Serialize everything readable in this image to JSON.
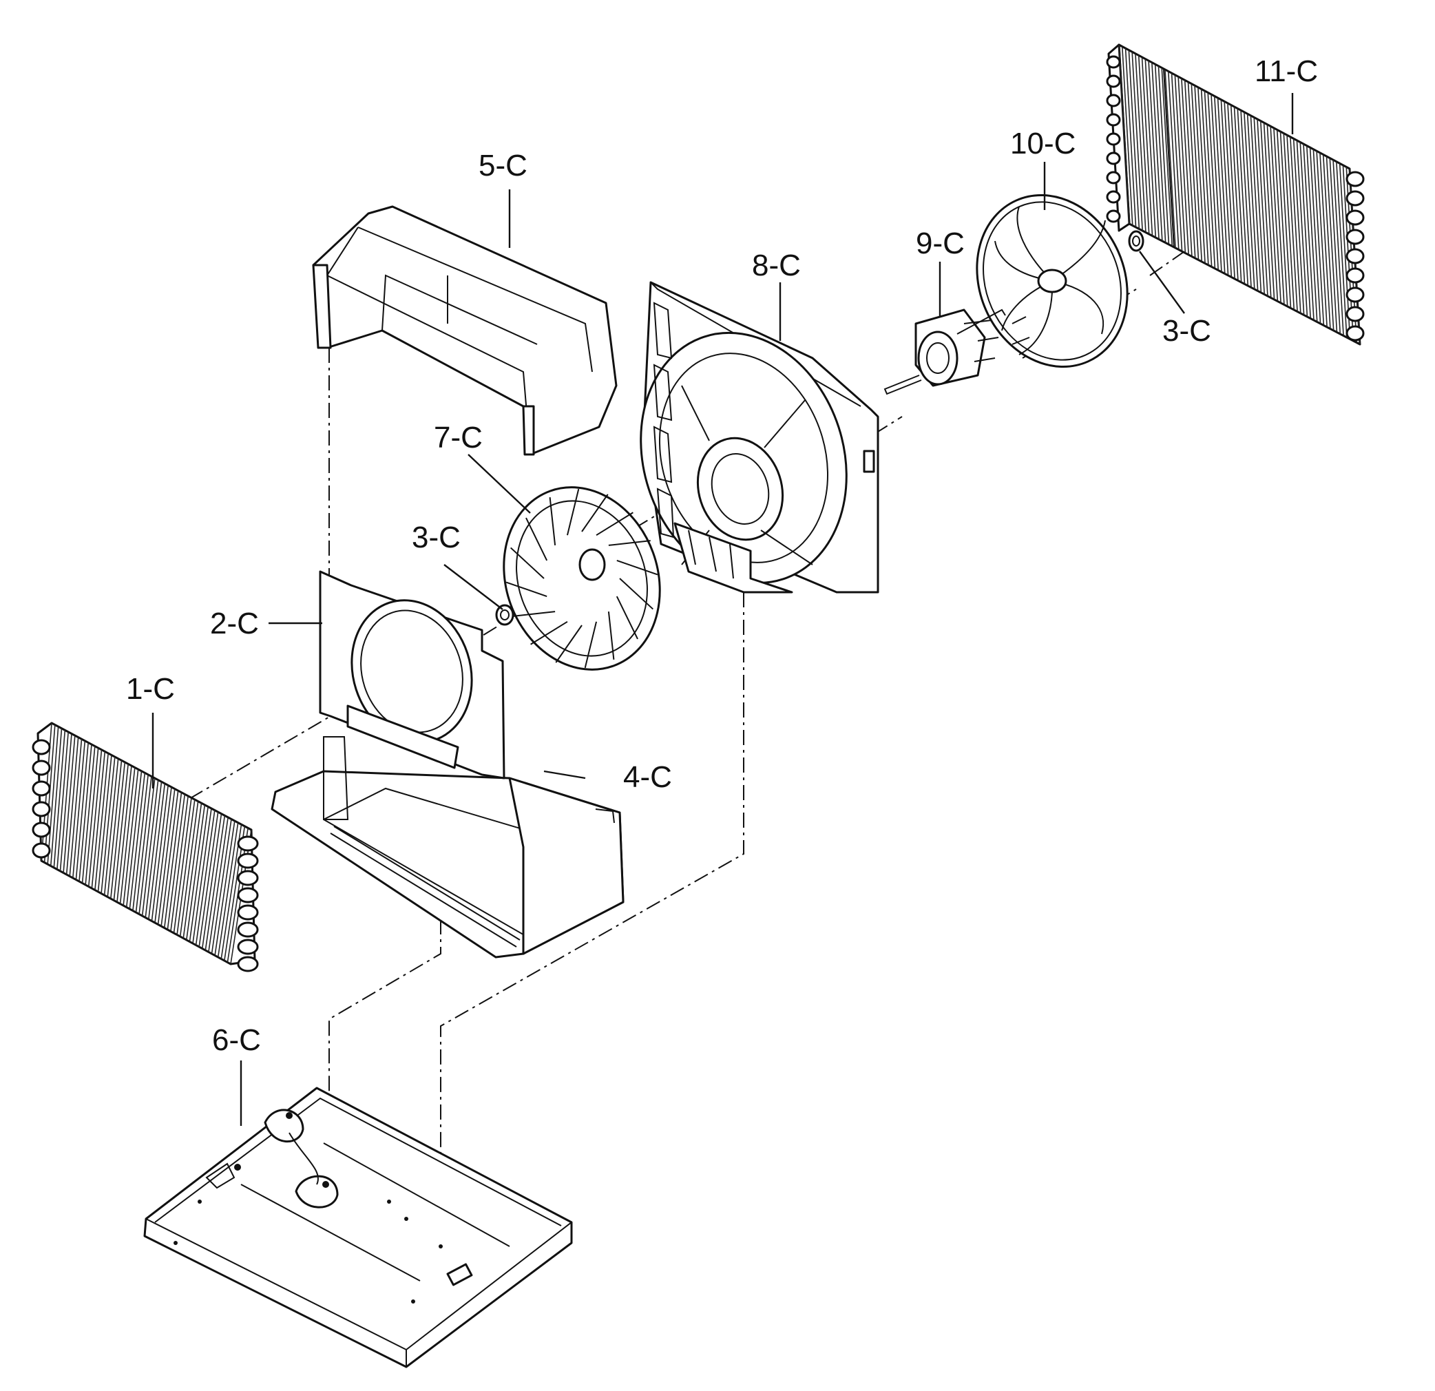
{
  "labels": {
    "p1": "1-C",
    "p2": "2-C",
    "p3a": "3-C",
    "p3b": "3-C",
    "p4": "4-C",
    "p5": "5-C",
    "p6": "6-C",
    "p7": "7-C",
    "p8": "8-C",
    "p9": "9-C",
    "p10": "10-C",
    "p11": "11-C"
  }
}
